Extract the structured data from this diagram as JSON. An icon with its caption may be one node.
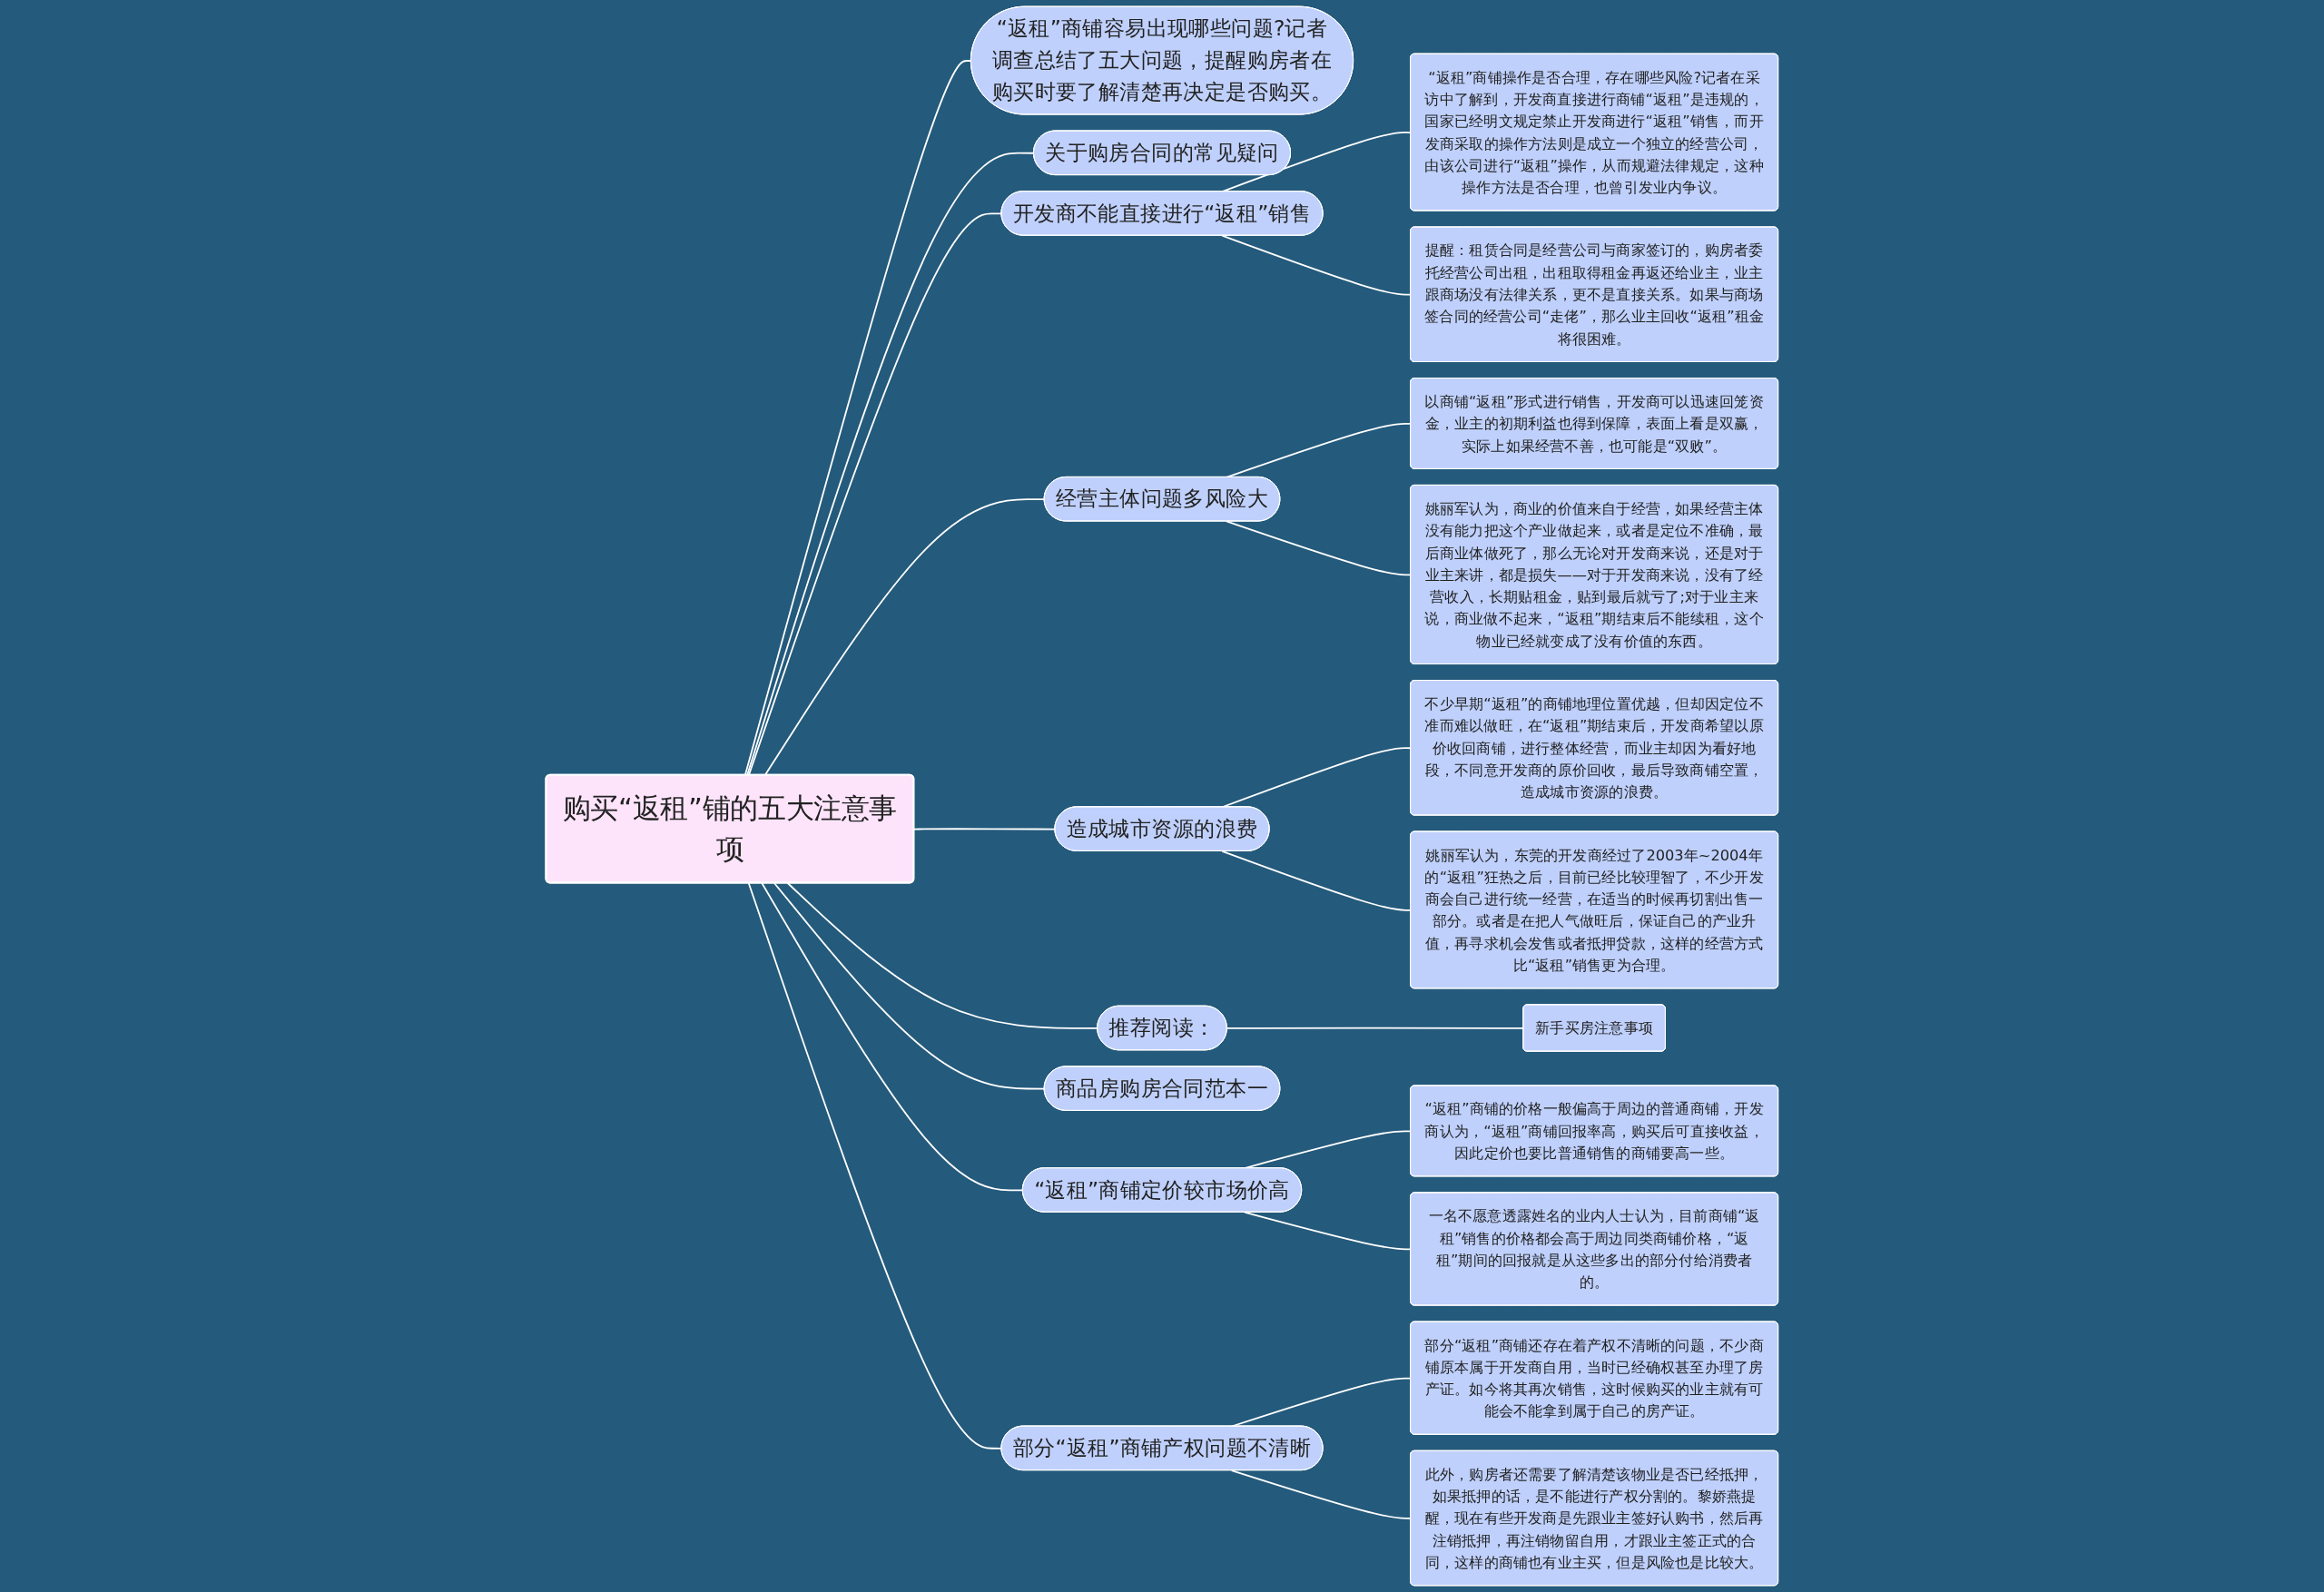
{
  "diagram": {
    "nodes": [
      {
        "text": [
          "购买“返租”铺的五大注意事项"
        ]
      },
      {
        "text": [
          "“返租”商铺容易出现哪些问题?记者调查总结了五大问题，提醒购房者在购买时要了解清楚再决定是否购买。"
        ]
      },
      {
        "text": [
          "关于购房合同的常见疑问"
        ]
      },
      {
        "text": [
          "开发商不能直接进行“返租”销售"
        ]
      },
      {
        "text": [
          "“返租”商铺操作是否合理，存在哪些风险?记者在采访中了解到，开发商直接进行商铺“返租”是违规的，国家已经明文规定禁止开发商进行“返租”销售，而开发商采取的操作方法则是成立一个独立的经营公司，由该公司进行“返租”操作，从而规避法律规定，这种操作方法是否合理，也曾引发业内争议。"
        ]
      },
      {
        "text": [
          "提醒：租赁合同是经营公司与商家签订的，购房者委托经营公司出租，出租取得租金再返还给业主，业主跟商场没有法律关系，更不是直接关系。如果与商场签合同的经营公司“走佬”，那么业主回收“返租”租金将很困难。"
        ]
      },
      {
        "text": [
          "经营主体问题多风险大"
        ]
      },
      {
        "text": [
          "以商铺“返租”形式进行销售，开发商可以迅速回笼资金，业主的初期利益也得到保障，表面上看是双赢，实际上如果经营不善，也可能是“双败”。"
        ]
      },
      {
        "text": [
          "姚丽军认为，商业的价值来自于经营，如果经营主体没有能力把这个产业做起来，或者是定位不准确，最后商业体做死了，那么无论对开发商来说，还是对于业主来讲，都是损失——对于开发商来说，没有了经营收入，长期贴租金，贴到最后就亏了;对于业主来说，商业做不起来，“返租”期结束后不能续租，这个物业已经就变成了没有价值的东西。"
        ]
      },
      {
        "text": [
          "造成城市资源的浪费"
        ]
      },
      {
        "text": [
          "不少早期“返租”的商铺地理位置优越，但却因定位不准而难以做旺，在“返租”期结束后，开发商希望以原价收回商铺，进行整体经营，而业主却因为看好地段，不同意开发商的原价回收，最后导致商铺空置，造成城市资源的浪费。"
        ]
      },
      {
        "text": [
          "姚丽军认为，东莞的开发商经过了2003年~2004年的“返租”狂热之后，目前已经比较理智了，不少开发商会自己进行统一经营，在适当的时候再切割出售一部分。或者是在把人气做旺后，保证自己的产业升值，再寻求机会发售或者抵押贷款，这样的经营方式比“返租”销售更为合理。"
        ]
      },
      {
        "text": [
          "推荐阅读："
        ]
      },
      {
        "text": [
          "新手买房注意事项"
        ]
      },
      {
        "text": [
          "商品房购房合同范本一"
        ]
      },
      {
        "text": [
          "“返租”商铺定价较市场价高"
        ]
      },
      {
        "text": [
          "“返租”商铺的价格一般偏高于周边的普通商铺，开发商认为，“返租”商铺回报率高，购买后可直接收益，因此定价也要比普通销售的商铺要高一些。"
        ]
      },
      {
        "text": [
          "一名不愿意透露姓名的业内人士认为，目前商铺“返租”销售的价格都会高于周边同类商铺价格，“返租”期间的回报就是从这些多出的部分付给消费者的。"
        ]
      },
      {
        "text": [
          "部分“返租”商铺产权问题不清晰"
        ]
      },
      {
        "text": [
          "部分“返租”商铺还存在着产权不清晰的问题，不少商铺原本属于开发商自用，当时已经确权甚至办理了房产证。如今将其再次销售，这时候购买的业主就有可能会不能拿到属于自己的房产证。"
        ]
      },
      {
        "text": [
          "此外，购房者还需要了解清楚该物业是否已经抵押，如果抵押的话，是不能进行产权分割的。黎娇燕提醒，现在有些开发商是先跟业主签好认购书，然后再注销抵押，再注销物留自用，才跟业主签正式的合同，这样的商铺也有业主买，但是风险也是比较大。"
        ]
      }
    ],
    "edges": [
      {
        "from": 0,
        "to": 1,
        "arrow": "none"
      },
      {
        "from": 0,
        "to": 2,
        "arrow": "none"
      },
      {
        "from": 0,
        "to": 3,
        "arrow": "none"
      },
      {
        "from": 3,
        "to": 4,
        "arrow": "none"
      },
      {
        "from": 3,
        "to": 5,
        "arrow": "none"
      },
      {
        "from": 0,
        "to": 6,
        "arrow": "none"
      },
      {
        "from": 6,
        "to": 7,
        "arrow": "none"
      },
      {
        "from": 6,
        "to": 8,
        "arrow": "none"
      },
      {
        "from": 0,
        "to": 9,
        "arrow": "none"
      },
      {
        "from": 9,
        "to": 10,
        "arrow": "none"
      },
      {
        "from": 9,
        "to": 11,
        "arrow": "none"
      },
      {
        "from": 0,
        "to": 12,
        "arrow": "none"
      },
      {
        "from": 12,
        "to": 13,
        "arrow": "none"
      },
      {
        "from": 0,
        "to": 14,
        "arrow": "none"
      },
      {
        "from": 0,
        "to": 15,
        "arrow": "none"
      },
      {
        "from": 15,
        "to": 16,
        "arrow": "none"
      },
      {
        "from": 15,
        "to": 17,
        "arrow": "none"
      },
      {
        "from": 0,
        "to": 18,
        "arrow": "none"
      },
      {
        "from": 18,
        "to": 19,
        "arrow": "none"
      },
      {
        "from": 18,
        "to": 20,
        "arrow": "none"
      }
    ]
  }
}
